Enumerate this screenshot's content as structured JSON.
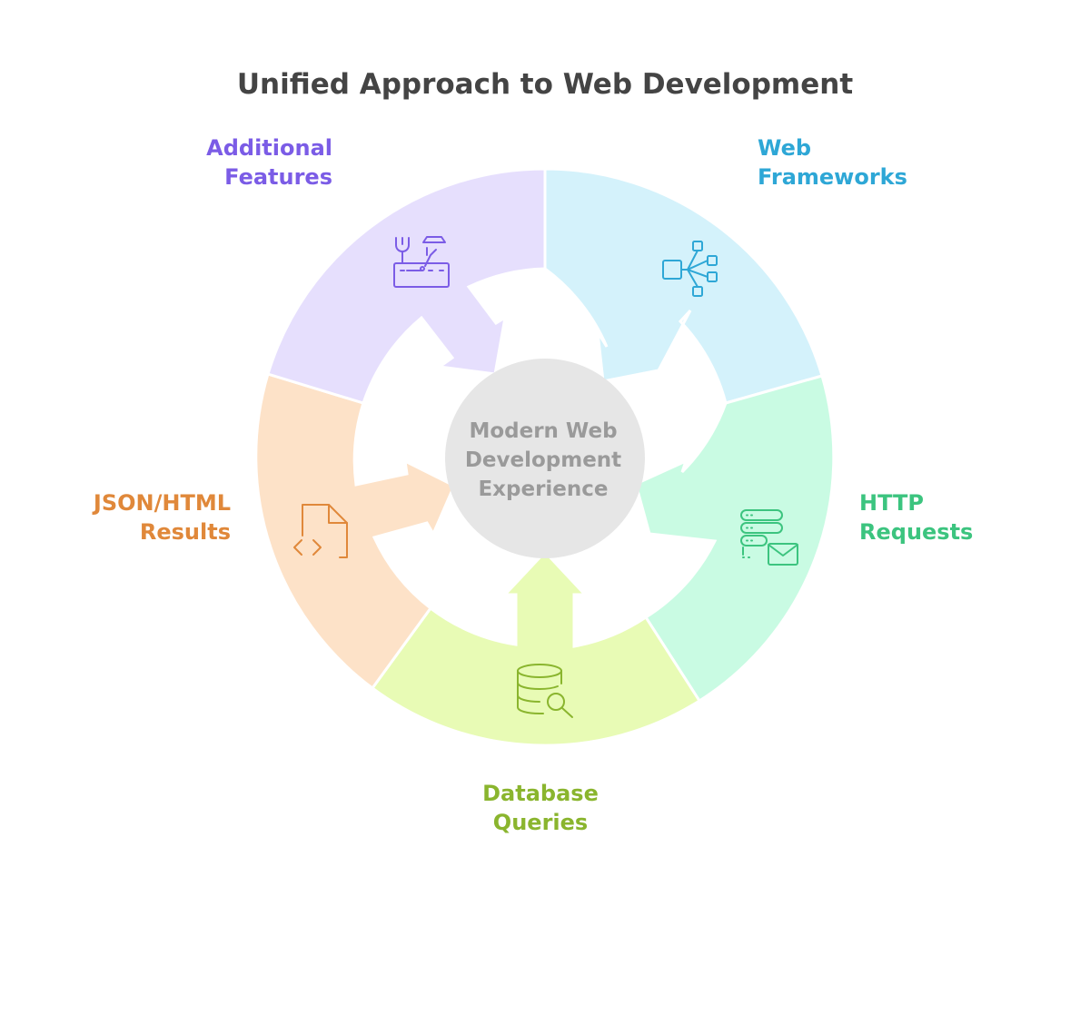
{
  "title": "Unified Approach to Web Development",
  "center": {
    "lines": [
      "Modern Web",
      "Development",
      "Experience"
    ],
    "fill": "#e6e6e6",
    "text_color": "#9a9a9a"
  },
  "segments": [
    {
      "key": "web-frameworks",
      "lines": [
        "Web",
        "Frameworks"
      ],
      "fill": "#d4f2fb",
      "color": "#2ea7d6",
      "icon": "network-nodes-icon"
    },
    {
      "key": "http-requests",
      "lines": [
        "HTTP",
        "Requests"
      ],
      "fill": "#c9fbe3",
      "color": "#3cc47f",
      "icon": "server-mail-icon"
    },
    {
      "key": "database-queries",
      "lines": [
        "Database",
        "Queries"
      ],
      "fill": "#e8fbb5",
      "color": "#8ab52e",
      "icon": "database-search-icon"
    },
    {
      "key": "json-html-results",
      "lines": [
        "JSON/HTML",
        "Results"
      ],
      "fill": "#fde2c8",
      "color": "#e0883a",
      "icon": "code-file-icon"
    },
    {
      "key": "additional-features",
      "lines": [
        "Additional",
        "Features"
      ],
      "fill": "#e6dffd",
      "color": "#7b5ce6",
      "icon": "toolbox-icon"
    }
  ]
}
